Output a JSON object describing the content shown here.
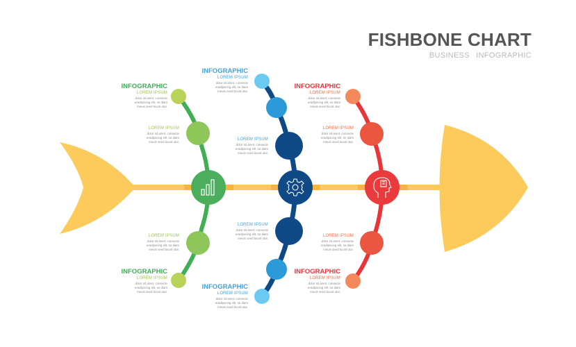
{
  "header": {
    "title": "FISHBONE CHART",
    "subtitle_1": "BUSINESS",
    "subtitle_2": "INFOGRAPHIC"
  },
  "colors": {
    "spine": "#fdc957",
    "spine_accent": "#f7b43f",
    "fish": "#fdcb5c",
    "green_bone": "#3fae55",
    "green_light": "#b9d35a",
    "green_mid": "#8fc65a",
    "blue_bone": "#0f4a87",
    "blue_light": "#6ccaf2",
    "blue_mid": "#2c9ad9",
    "blue_dark": "#0f4a87",
    "red_bone": "#e7353a",
    "red_light": "#f28a5b",
    "red_mid": "#ea5640",
    "text_body": "#8a8a8a"
  },
  "branches": [
    {
      "id": "green",
      "icon": "bar-chart-icon",
      "labels": [
        {
          "position": "top",
          "heading": "INFOGRAPHIC",
          "subheading": "LOREM IPSUM",
          "body": [
            "dolor sit amet, consecte",
            "eradipscing elit, se diam",
            "meuis seed ticunt utur."
          ]
        },
        {
          "position": "upper-mid",
          "heading": "",
          "subheading": "LOREM IPSUM",
          "body": [
            "dolor sit amet, consecte",
            "eradipscing elit, se diam",
            "meuis seed ticunt utur."
          ]
        },
        {
          "position": "lower-mid",
          "heading": "",
          "subheading": "LOREM IPSUM",
          "body": [
            "dolor sit amet, consecte",
            "eradipscing elit, se diam",
            "meuis seed ticunt utur."
          ]
        },
        {
          "position": "bottom",
          "heading": "INFOGRAPHIC",
          "subheading": "LOREM IPSUM",
          "body": [
            "dolor sit amet, consecte",
            "eradipscing elit, se diam",
            "meuis seed ticunt utur."
          ]
        }
      ]
    },
    {
      "id": "blue",
      "icon": "gear-icon",
      "labels": [
        {
          "position": "top",
          "heading": "INFOGRAPHIC",
          "subheading": "LOREM IPSUM",
          "body": [
            "dolor sit amet, consecte",
            "eradipscing elit, se diam",
            "meuis ceed ticunt utur."
          ]
        },
        {
          "position": "upper-mid",
          "heading": "",
          "subheading": "LOREM IPSUM",
          "body": [
            "dolor sit amet, consecte",
            "eradipscing elit, se diam",
            "meuis ceed ticunt utur."
          ]
        },
        {
          "position": "lower-mid",
          "heading": "",
          "subheading": "LOREM IPSUM",
          "body": [
            "dolor sit amet, consecte",
            "eradipscing elit, se diam",
            "meuis ceed ticunt utur."
          ]
        },
        {
          "position": "bottom",
          "heading": "INFOGRAPHIC",
          "subheading": "LOREM IPSUM",
          "body": [
            "dolor sit amet, consecte",
            "eradipscing elit, se diam",
            "meuis ceed ticunt utur."
          ]
        }
      ]
    },
    {
      "id": "red",
      "icon": "head-brain-icon",
      "labels": [
        {
          "position": "top",
          "heading": "INFOGRAPHIC",
          "subheading": "LOREM IPSUM",
          "body": [
            "dolor sit amet, consecte",
            "eradipscing elit, se diam",
            "meuis seed ticunt utur."
          ]
        },
        {
          "position": "upper-mid",
          "heading": "",
          "subheading": "LOREM IPSUM",
          "body": [
            "dolor sit amet, consecte",
            "eradipscing elit, se diam",
            "meuis seed ticunt utur."
          ]
        },
        {
          "position": "lower-mid",
          "heading": "",
          "subheading": "LOREM IPSUM",
          "body": [
            "dolor sit amet, consecte",
            "eradipscing elit, se diam",
            "meuis seed ticunt utur."
          ]
        },
        {
          "position": "bottom",
          "heading": "INFOGRAPHIC",
          "subheading": "LOREM IPSUM",
          "body": [
            "dolor sit amet, consecte",
            "eradipscing elit, se diam",
            "meuis seed ticunt utur."
          ]
        }
      ]
    }
  ]
}
